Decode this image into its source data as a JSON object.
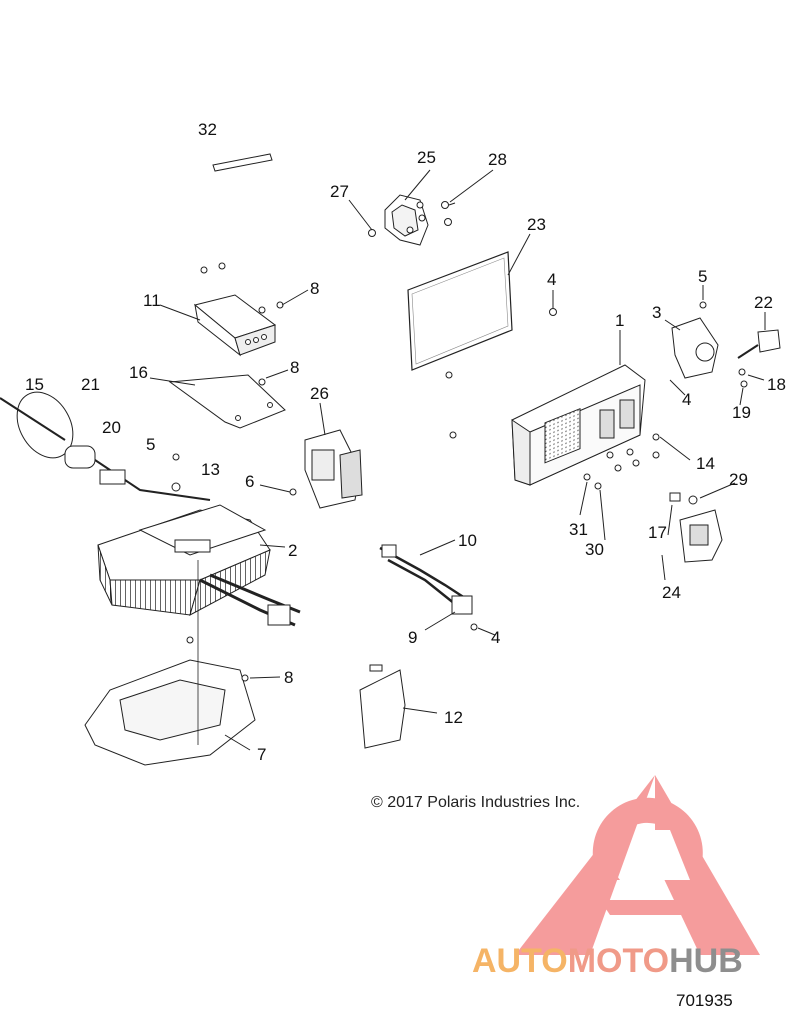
{
  "callouts": [
    {
      "id": "c32",
      "label": "32"
    },
    {
      "id": "c25",
      "label": "25"
    },
    {
      "id": "c28",
      "label": "28"
    },
    {
      "id": "c27",
      "label": "27"
    },
    {
      "id": "c23",
      "label": "23"
    },
    {
      "id": "c8a",
      "label": "8"
    },
    {
      "id": "c11",
      "label": "11"
    },
    {
      "id": "c4a",
      "label": "4"
    },
    {
      "id": "c5a",
      "label": "5"
    },
    {
      "id": "c22",
      "label": "22"
    },
    {
      "id": "c3",
      "label": "3"
    },
    {
      "id": "c1",
      "label": "1"
    },
    {
      "id": "c16",
      "label": "16"
    },
    {
      "id": "c8b",
      "label": "8"
    },
    {
      "id": "c18",
      "label": "18"
    },
    {
      "id": "c15",
      "label": "15"
    },
    {
      "id": "c21",
      "label": "21"
    },
    {
      "id": "c26",
      "label": "26"
    },
    {
      "id": "c4b",
      "label": "4"
    },
    {
      "id": "c19",
      "label": "19"
    },
    {
      "id": "c20",
      "label": "20"
    },
    {
      "id": "c5b",
      "label": "5"
    },
    {
      "id": "c13",
      "label": "13"
    },
    {
      "id": "c14",
      "label": "14"
    },
    {
      "id": "c6",
      "label": "6"
    },
    {
      "id": "c29",
      "label": "29"
    },
    {
      "id": "c31",
      "label": "31"
    },
    {
      "id": "c17",
      "label": "17"
    },
    {
      "id": "c30",
      "label": "30"
    },
    {
      "id": "c2",
      "label": "2"
    },
    {
      "id": "c10",
      "label": "10"
    },
    {
      "id": "c24",
      "label": "24"
    },
    {
      "id": "c9",
      "label": "9"
    },
    {
      "id": "c4c",
      "label": "4"
    },
    {
      "id": "c8c",
      "label": "8"
    },
    {
      "id": "c12",
      "label": "12"
    },
    {
      "id": "c7",
      "label": "7"
    }
  ],
  "copyright": "© 2017 Polaris Industries Inc.",
  "watermark": {
    "part1": "AUTO",
    "part2": "MOTO",
    "part3": "HUB"
  },
  "figure_number": "701935",
  "colors": {
    "watermark_red": "#ee4d4d",
    "watermark_orange": "#f5b466",
    "line": "#222222"
  }
}
